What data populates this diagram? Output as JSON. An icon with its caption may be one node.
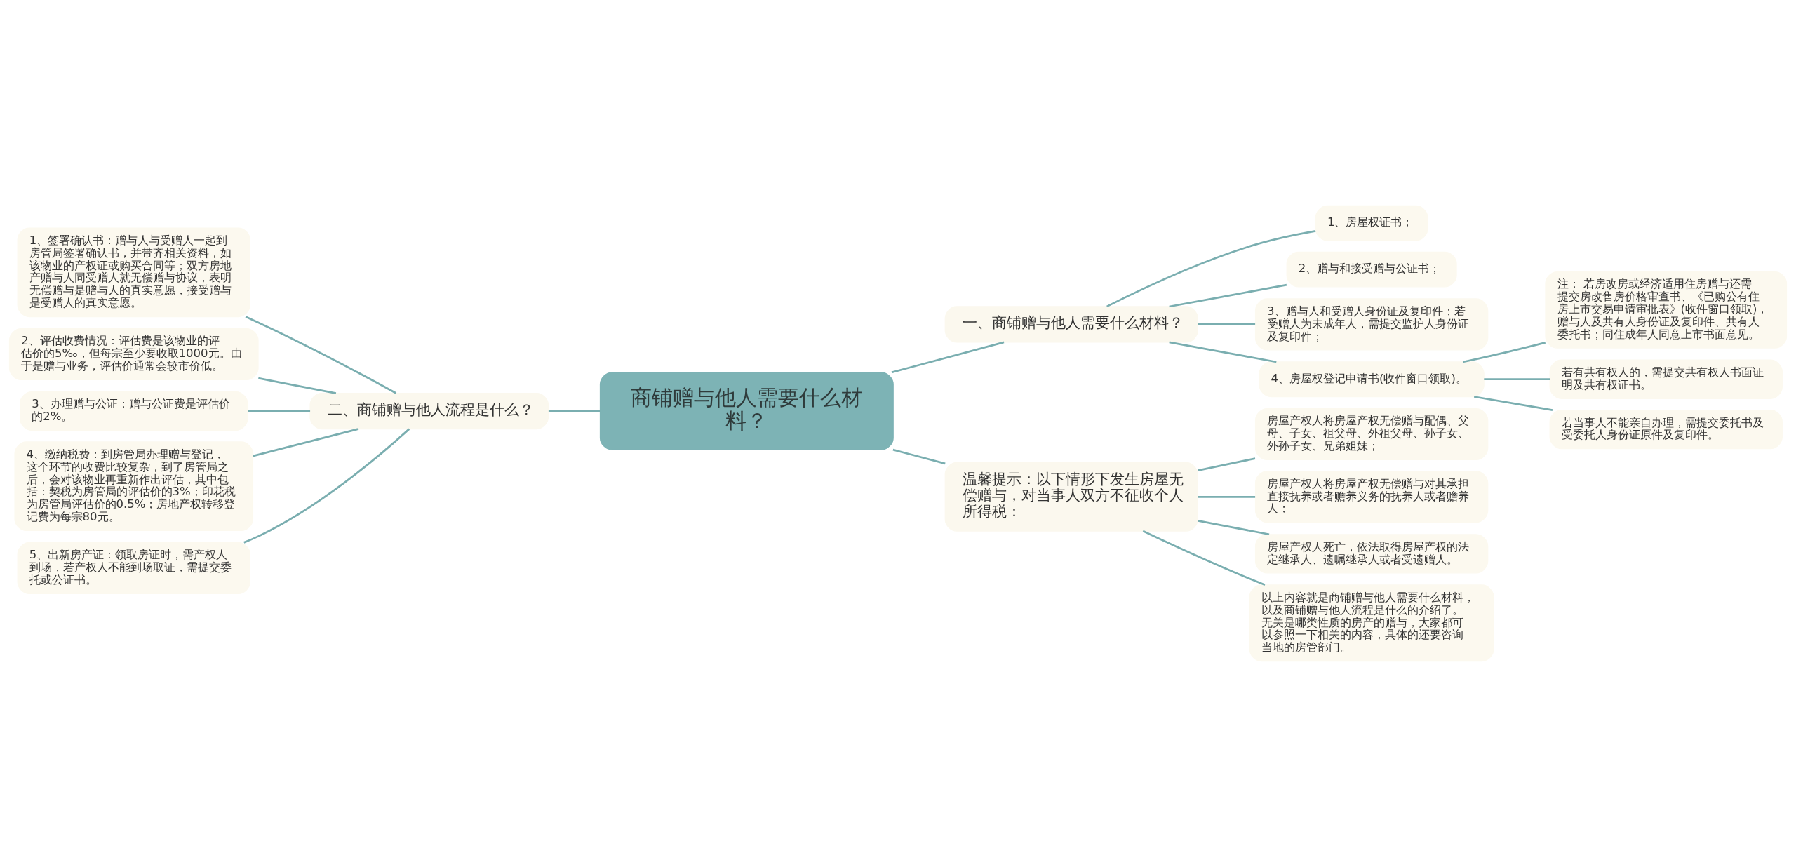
{
  "diagram": {
    "nodes": [
      {
        "text": [
          "商铺赠与他人需要什么材料？"
        ]
      },
      {
        "text": [
          "一、商铺赠与他人需要什么材料？"
        ]
      },
      {
        "text": [
          "1、房屋权证书；"
        ]
      },
      {
        "text": [
          "2、赠与和接受赠与公证书；"
        ]
      },
      {
        "text": [
          "3、赠与人和受赠人身份证及复印件；若受赠人为未成年人，需提交监护人身份证及复印件；"
        ]
      },
      {
        "text": [
          "4、房屋权登记申请书(收件窗口领取)。"
        ]
      },
      {
        "text": [
          "注： 若房改房或经济适用住房赠与还需提交房改售房价格审查书、《已购公有住房上市交易申请审批表》(收件窗口领取)，赠与人及共有人身份证及复印件、共有人委托书；同住成年人同意上市书面意见。"
        ]
      },
      {
        "text": [
          "若有共有权人的，需提交共有权人书面证明及共有权证书。"
        ]
      },
      {
        "text": [
          "若当事人不能亲自办理，需提交委托书及受委托人身份证原件及复印件。"
        ]
      },
      {
        "text": [
          "温馨提示：以下情形下发生房屋无偿赠与，对当事人双方不征收个人所得税："
        ]
      },
      {
        "text": [
          "房屋产权人将房屋产权无偿赠与配偶、父母、子女、祖父母、外祖父母、孙子女、外孙子女、兄弟姐妹；"
        ]
      },
      {
        "text": [
          "房屋产权人将房屋产权无偿赠与对其承担直接抚养或者赡养义务的抚养人或者赡养人；"
        ]
      },
      {
        "text": [
          "房屋产权人死亡，依法取得房屋产权的法定继承人、遗嘱继承人或者受遗赠人。"
        ]
      },
      {
        "text": [
          "以上内容就是商铺赠与他人需要什么材料，以及商铺赠与他人流程是什么的介绍了。无关是哪类性质的房产的赠与，大家都可以参照一下相关的内容，具体的还要咨询当地的房管部门。"
        ]
      },
      {
        "text": [
          "二、商铺赠与他人流程是什么？"
        ]
      },
      {
        "text": [
          "1、签署确认书：赠与人与受赠人一起到房管局签署确认书，并带齐相关资料，如该物业的产权证或购买合同等；双方房地产赠与人同受赠人就无偿赠与协议，表明无偿赠与是赠与人的真实意愿，接受赠与是受赠人的真实意愿。"
        ]
      },
      {
        "text": [
          "2、评估收费情况：评估费是该物业的评估价的5‰，但每宗至少要收取1000元。由于是赠与业务，评估价通常会较市价低。"
        ]
      },
      {
        "text": [
          "3、办理赠与公证：赠与公证费是评估价的2%。"
        ]
      },
      {
        "text": [
          "4、缴纳税费：到房管局办理赠与登记，这个环节的收费比较复杂，到了房管局之后，会对该物业再重新作出评估，其中包括：契税为房管局的评估价的3%；印花税为房管局评估价的0.5%；房地产权转移登记费为每宗80元。"
        ]
      },
      {
        "text": [
          "5、出新房产证：领取房证时，需产权人到场，若产权人不能到场取证，需提交委托或公证书。"
        ]
      }
    ],
    "edges": [
      {
        "from": 0,
        "to": 1,
        "arrow": "none"
      },
      {
        "from": 1,
        "to": 2,
        "arrow": "none"
      },
      {
        "from": 1,
        "to": 3,
        "arrow": "none"
      },
      {
        "from": 1,
        "to": 4,
        "arrow": "none"
      },
      {
        "from": 1,
        "to": 5,
        "arrow": "none"
      },
      {
        "from": 5,
        "to": 6,
        "arrow": "none"
      },
      {
        "from": 5,
        "to": 7,
        "arrow": "none"
      },
      {
        "from": 5,
        "to": 8,
        "arrow": "none"
      },
      {
        "from": 0,
        "to": 9,
        "arrow": "none"
      },
      {
        "from": 9,
        "to": 10,
        "arrow": "none"
      },
      {
        "from": 9,
        "to": 11,
        "arrow": "none"
      },
      {
        "from": 9,
        "to": 12,
        "arrow": "none"
      },
      {
        "from": 9,
        "to": 13,
        "arrow": "none"
      },
      {
        "from": 14,
        "to": 0,
        "arrow": "none"
      },
      {
        "from": 15,
        "to": 14,
        "arrow": "none"
      },
      {
        "from": 16,
        "to": 14,
        "arrow": "none"
      },
      {
        "from": 17,
        "to": 14,
        "arrow": "none"
      },
      {
        "from": 18,
        "to": 14,
        "arrow": "none"
      },
      {
        "from": 19,
        "to": 14,
        "arrow": "none"
      }
    ]
  }
}
